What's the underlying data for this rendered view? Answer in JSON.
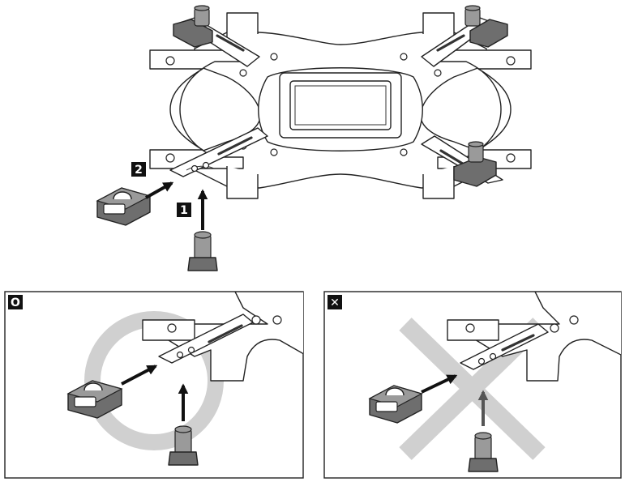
{
  "steps": [
    {
      "number": "1"
    },
    {
      "number": "2"
    }
  ],
  "panels": {
    "correct": {
      "symbol": "O",
      "marker_color": "#d0d0d0"
    },
    "incorrect": {
      "symbol": "✕",
      "marker_color": "#d0d0d0"
    }
  },
  "colors": {
    "part_fill": "#6e6e6e",
    "outline": "#222222",
    "arrow": "#111111",
    "badge": "#111111"
  }
}
